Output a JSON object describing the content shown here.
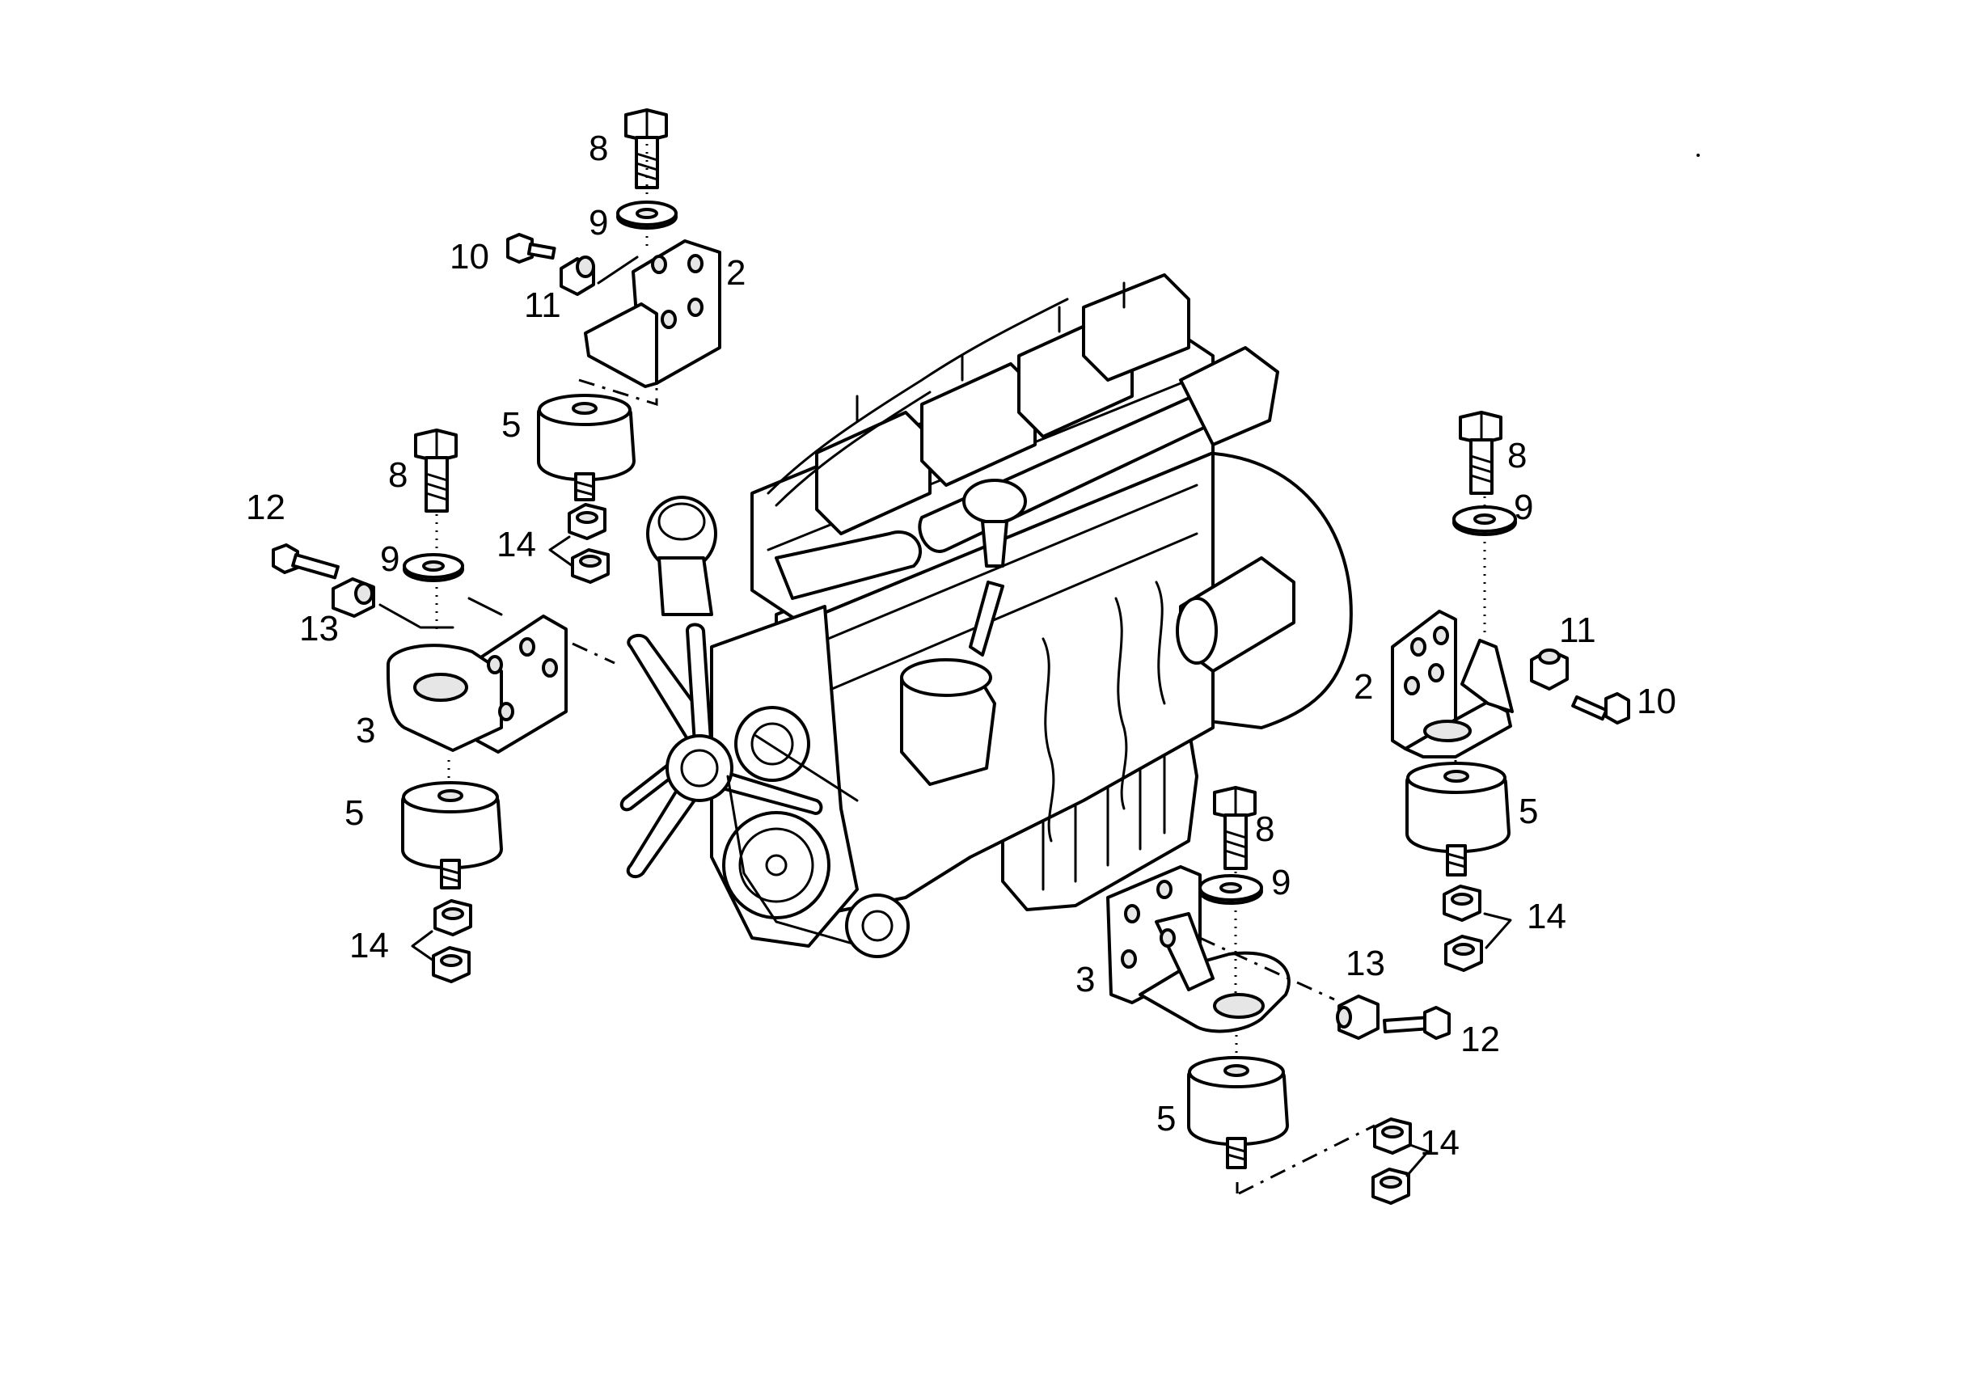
{
  "diagram": {
    "description_labels": [
      {
        "id": "tl-8",
        "text": "8"
      },
      {
        "id": "tl-9",
        "text": "9"
      },
      {
        "id": "tl-10",
        "text": "10"
      },
      {
        "id": "tl-11",
        "text": "11"
      },
      {
        "id": "tl-2",
        "text": "2"
      },
      {
        "id": "tl-5",
        "text": "5"
      },
      {
        "id": "tl-14",
        "text": "14"
      },
      {
        "id": "l-8",
        "text": "8"
      },
      {
        "id": "l-12",
        "text": "12"
      },
      {
        "id": "l-9",
        "text": "9"
      },
      {
        "id": "l-13",
        "text": "13"
      },
      {
        "id": "l-3",
        "text": "3"
      },
      {
        "id": "l-5",
        "text": "5"
      },
      {
        "id": "l-14",
        "text": "14"
      },
      {
        "id": "r-8",
        "text": "8"
      },
      {
        "id": "r-9",
        "text": "9"
      },
      {
        "id": "r-11",
        "text": "11"
      },
      {
        "id": "r-2",
        "text": "2"
      },
      {
        "id": "r-10",
        "text": "10"
      },
      {
        "id": "r-5",
        "text": "5"
      },
      {
        "id": "r-14",
        "text": "14"
      },
      {
        "id": "b-8",
        "text": "8"
      },
      {
        "id": "b-9",
        "text": "9"
      },
      {
        "id": "b-3",
        "text": "3"
      },
      {
        "id": "b-13",
        "text": "13"
      },
      {
        "id": "b-12",
        "text": "12"
      },
      {
        "id": "b-5",
        "text": "5"
      },
      {
        "id": "b-14",
        "text": "14"
      }
    ]
  }
}
